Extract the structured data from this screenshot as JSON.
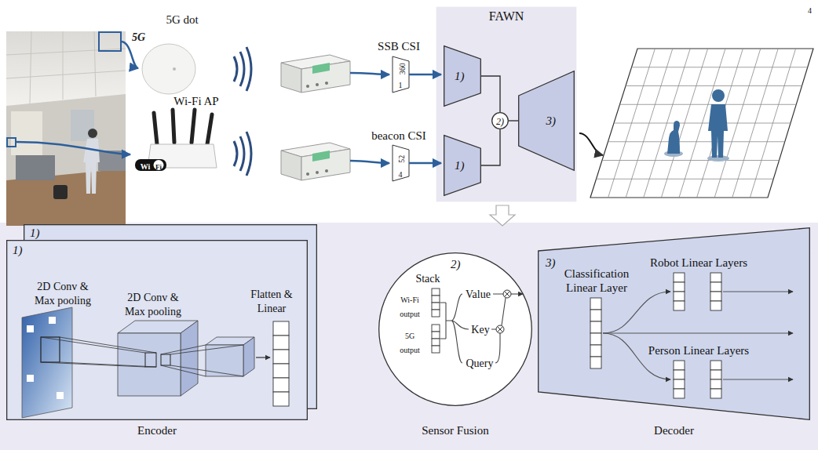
{
  "diagram": {
    "nodes": [
      {
        "text": [
          "FAWN"
        ]
      },
      {
        "text": [
          "1)"
        ],
        "in": 0
      },
      {
        "text": [
          "1)"
        ],
        "in": 0
      },
      {
        "text": [
          "2)"
        ],
        "in": 0
      },
      {
        "text": [
          "3)"
        ],
        "in": 0
      },
      {
        "text": [
          "1)"
        ]
      },
      {
        "text": [
          "1)",
          "Encoder"
        ]
      },
      {
        "text": [
          "2)",
          "Sensor Fusion"
        ]
      },
      {
        "text": [
          "3)",
          "Decoder"
        ]
      }
    ],
    "edges": [
      {
        "from": 1,
        "to": 3,
        "arrow": "none"
      },
      {
        "from": 2,
        "to": 3,
        "arrow": "none"
      },
      {
        "from": 3,
        "to": 4,
        "arrow": "none"
      }
    ],
    "labels": [
      "4",
      "5G",
      "5G dot",
      "Wi",
      "Fi",
      "Wi-Fi AP",
      "SSB CSI",
      "360",
      "1",
      "beacon CSI",
      "52",
      "4",
      "2D Conv & Max pooling",
      "2D Conv & Max pooling",
      "Flatten & Linear",
      "Stack",
      "Wi-Fi output",
      "5G output",
      "Value",
      "Key",
      "Query",
      "Classification Linear Layer",
      "Robot Linear Layers",
      "Person Linear Layers"
    ]
  }
}
